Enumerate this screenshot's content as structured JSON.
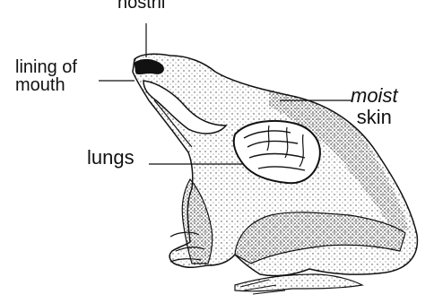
{
  "labels": {
    "nostril": "nostril",
    "lining_line1": "lining of",
    "lining_line2": "mouth",
    "moist_line1": "moist",
    "moist_line2": "skin",
    "lungs": "lungs"
  },
  "colors": {
    "ink": "#111111",
    "stipple": "#444444",
    "background": "#ffffff"
  }
}
